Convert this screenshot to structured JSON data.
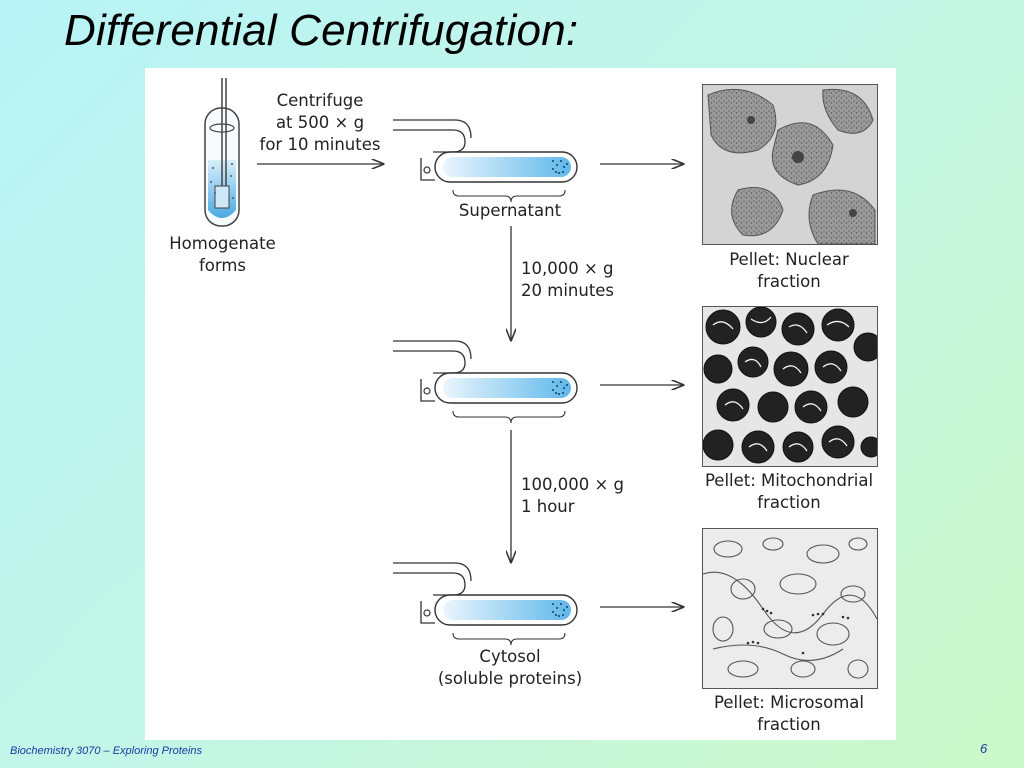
{
  "slide": {
    "title": "Differential Centrifugation:",
    "footer": "Biochemistry 3070 – Exploring Proteins",
    "page_number": "6"
  },
  "diagram": {
    "homogenate_label": [
      "Homogenate",
      "forms"
    ],
    "step1_label": [
      "Centrifuge",
      "at 500 × g",
      "for 10 minutes"
    ],
    "supernatant_label": "Supernatant",
    "step2_label": [
      "10,000 × g",
      "20 minutes"
    ],
    "step3_label": [
      "100,000 × g",
      "1 hour"
    ],
    "cytosol_label": [
      "Cytosol",
      "(soluble proteins)"
    ],
    "pellets": [
      {
        "label": [
          "Pellet: Nuclear",
          "fraction"
        ],
        "image": "nuclear-micrograph"
      },
      {
        "label": [
          "Pellet: Mitochondrial",
          "fraction"
        ],
        "image": "mitochondrial-micrograph"
      },
      {
        "label": [
          "Pellet: Microsomal",
          "fraction"
        ],
        "image": "microsomal-micrograph"
      }
    ],
    "colors": {
      "liquid": "#7cc7ee",
      "liquid_light": "#dff1fb",
      "ink": "#333333",
      "title_blue": "#1a3aa0"
    }
  }
}
